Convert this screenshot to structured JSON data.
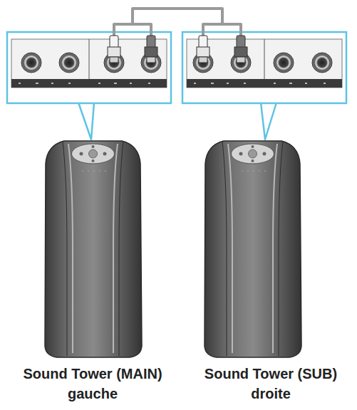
{
  "diagram": {
    "labels": [
      "Sound Tower (MAIN)",
      "gauche",
      "Sound Tower (SUB)",
      "droite"
    ]
  }
}
